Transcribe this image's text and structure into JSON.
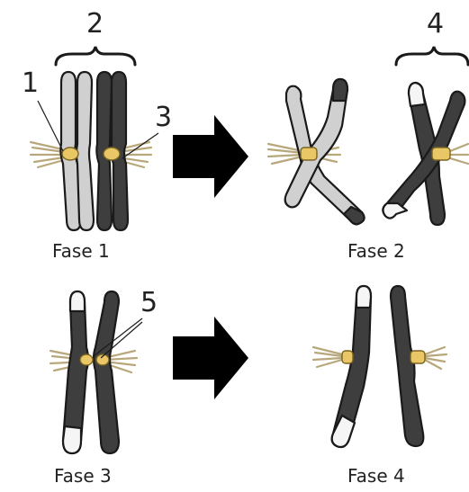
{
  "labels": {
    "n1": "1",
    "n2": "2",
    "n3": "3",
    "n4": "4",
    "n5": "5"
  },
  "phases": {
    "p1": "Fase 1",
    "p2": "Fase 2",
    "p3": "Fase 3",
    "p4": "Fase 4"
  },
  "colors": {
    "light_chromatid": "#d0d0d0",
    "dark_chromatid": "#3e3e3e",
    "white_tip": "#f5f5f5",
    "centromere": "#e9c766",
    "spindle_fiber": "#b8a77a",
    "arrow": "#000000"
  }
}
